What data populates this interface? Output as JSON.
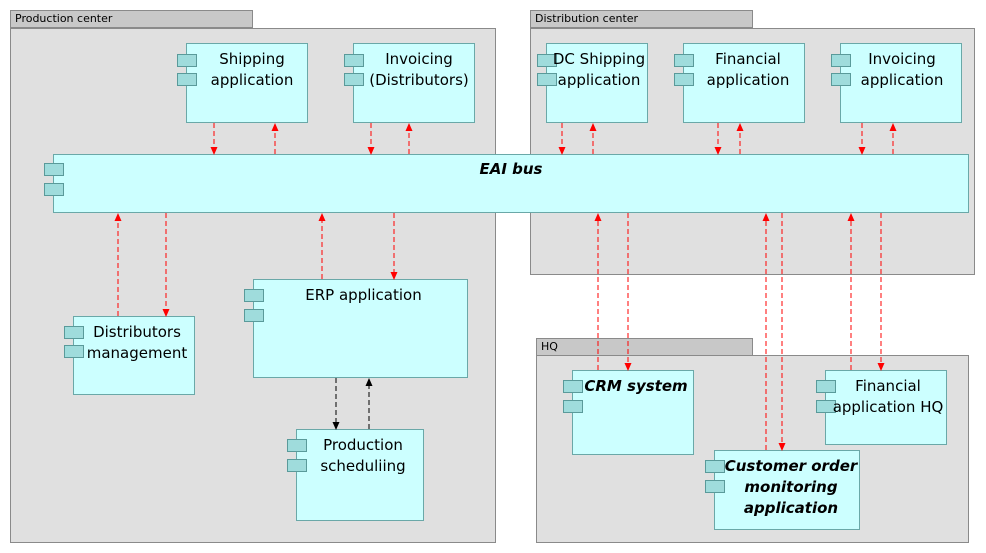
{
  "groups": {
    "production": {
      "label": "Production center"
    },
    "distribution": {
      "label": "Distribution center"
    },
    "hq": {
      "label": "HQ"
    }
  },
  "components": {
    "shipping_app": {
      "label": "Shipping\napplication"
    },
    "invoicing_distributors": {
      "label": "Invoicing\n(Distributors)"
    },
    "dc_shipping_app": {
      "label": "DC Shipping\napplication"
    },
    "financial_app": {
      "label": "Financial\napplication"
    },
    "invoicing_app": {
      "label": "Invoicing\napplication"
    },
    "eai_bus": {
      "label": "EAI bus"
    },
    "distributors_mgmt": {
      "label": "Distributors\nmanagement"
    },
    "erp_app": {
      "label": "ERP application"
    },
    "production_scheduling": {
      "label": "Production\nscheduliing"
    },
    "crm_system": {
      "label": "CRM system"
    },
    "financial_app_hq": {
      "label": "Financial\napplication HQ"
    },
    "customer_order_monitoring": {
      "label": "Customer order\nmonitoring\napplication"
    }
  },
  "colors": {
    "component_fill": "#ccffff",
    "group_fill": "#e0e0e0",
    "link_red": "#ff0000",
    "link_black": "#000000"
  }
}
